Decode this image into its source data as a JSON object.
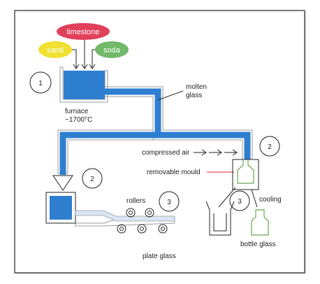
{
  "ingredients": {
    "limestone": "limestone",
    "sand": "sand",
    "soda": "soda"
  },
  "labels": {
    "molten_glass_line1": "molten",
    "molten_glass_line2": "glass",
    "furnace_line1": "furnace",
    "furnace_line2": "~1700°C",
    "compressed_air": "compressed air",
    "removable_mould": "removable mould",
    "rollers": "rollers",
    "cooling": "cooling",
    "plate_glass": "plate glass",
    "bottle_glass": "bottle glass"
  },
  "steps": {
    "furnace_step": "1",
    "plate_pour_step": "2",
    "bottle_mould_step": "2",
    "rollers_step": "3",
    "cooling_step": "3"
  },
  "colors": {
    "molten_glass": "#2f7fd0",
    "limestone": "#e0405a",
    "sand": "#f0e030",
    "soda": "#72b96b",
    "mould_outline": "#6aa64e",
    "removable_mould_pointer": "#d62a2a",
    "pipe_outline": "#9a9a9a",
    "frame": "#222222"
  }
}
